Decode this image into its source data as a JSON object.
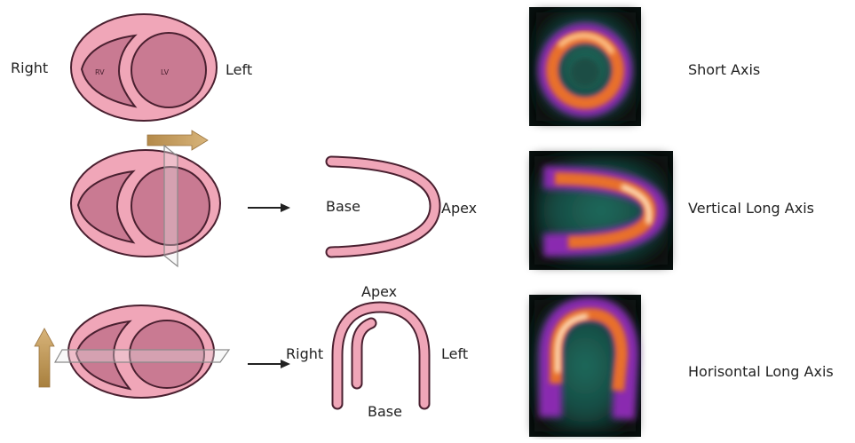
{
  "labels": {
    "row1_right": "Right",
    "row1_left": "Left",
    "row1_rv": "RV",
    "row1_lv": "LV",
    "row2_base": "Base",
    "row2_apex": "Apex",
    "row3_apex": "Apex",
    "row3_right": "Right",
    "row3_left": "Left",
    "row3_base": "Base"
  },
  "views": {
    "short_axis": "Short Axis",
    "vertical_long_axis": "Vertical Long Axis",
    "horizontal_long_axis": "Horisontal Long Axis"
  },
  "colors": {
    "myocardium_outer": "#f0a6b8",
    "chamber_fill": "#c97a92",
    "outline": "#4a2030",
    "arrow_gold": "#c8a46a",
    "scan_bg": "#0a1412"
  }
}
